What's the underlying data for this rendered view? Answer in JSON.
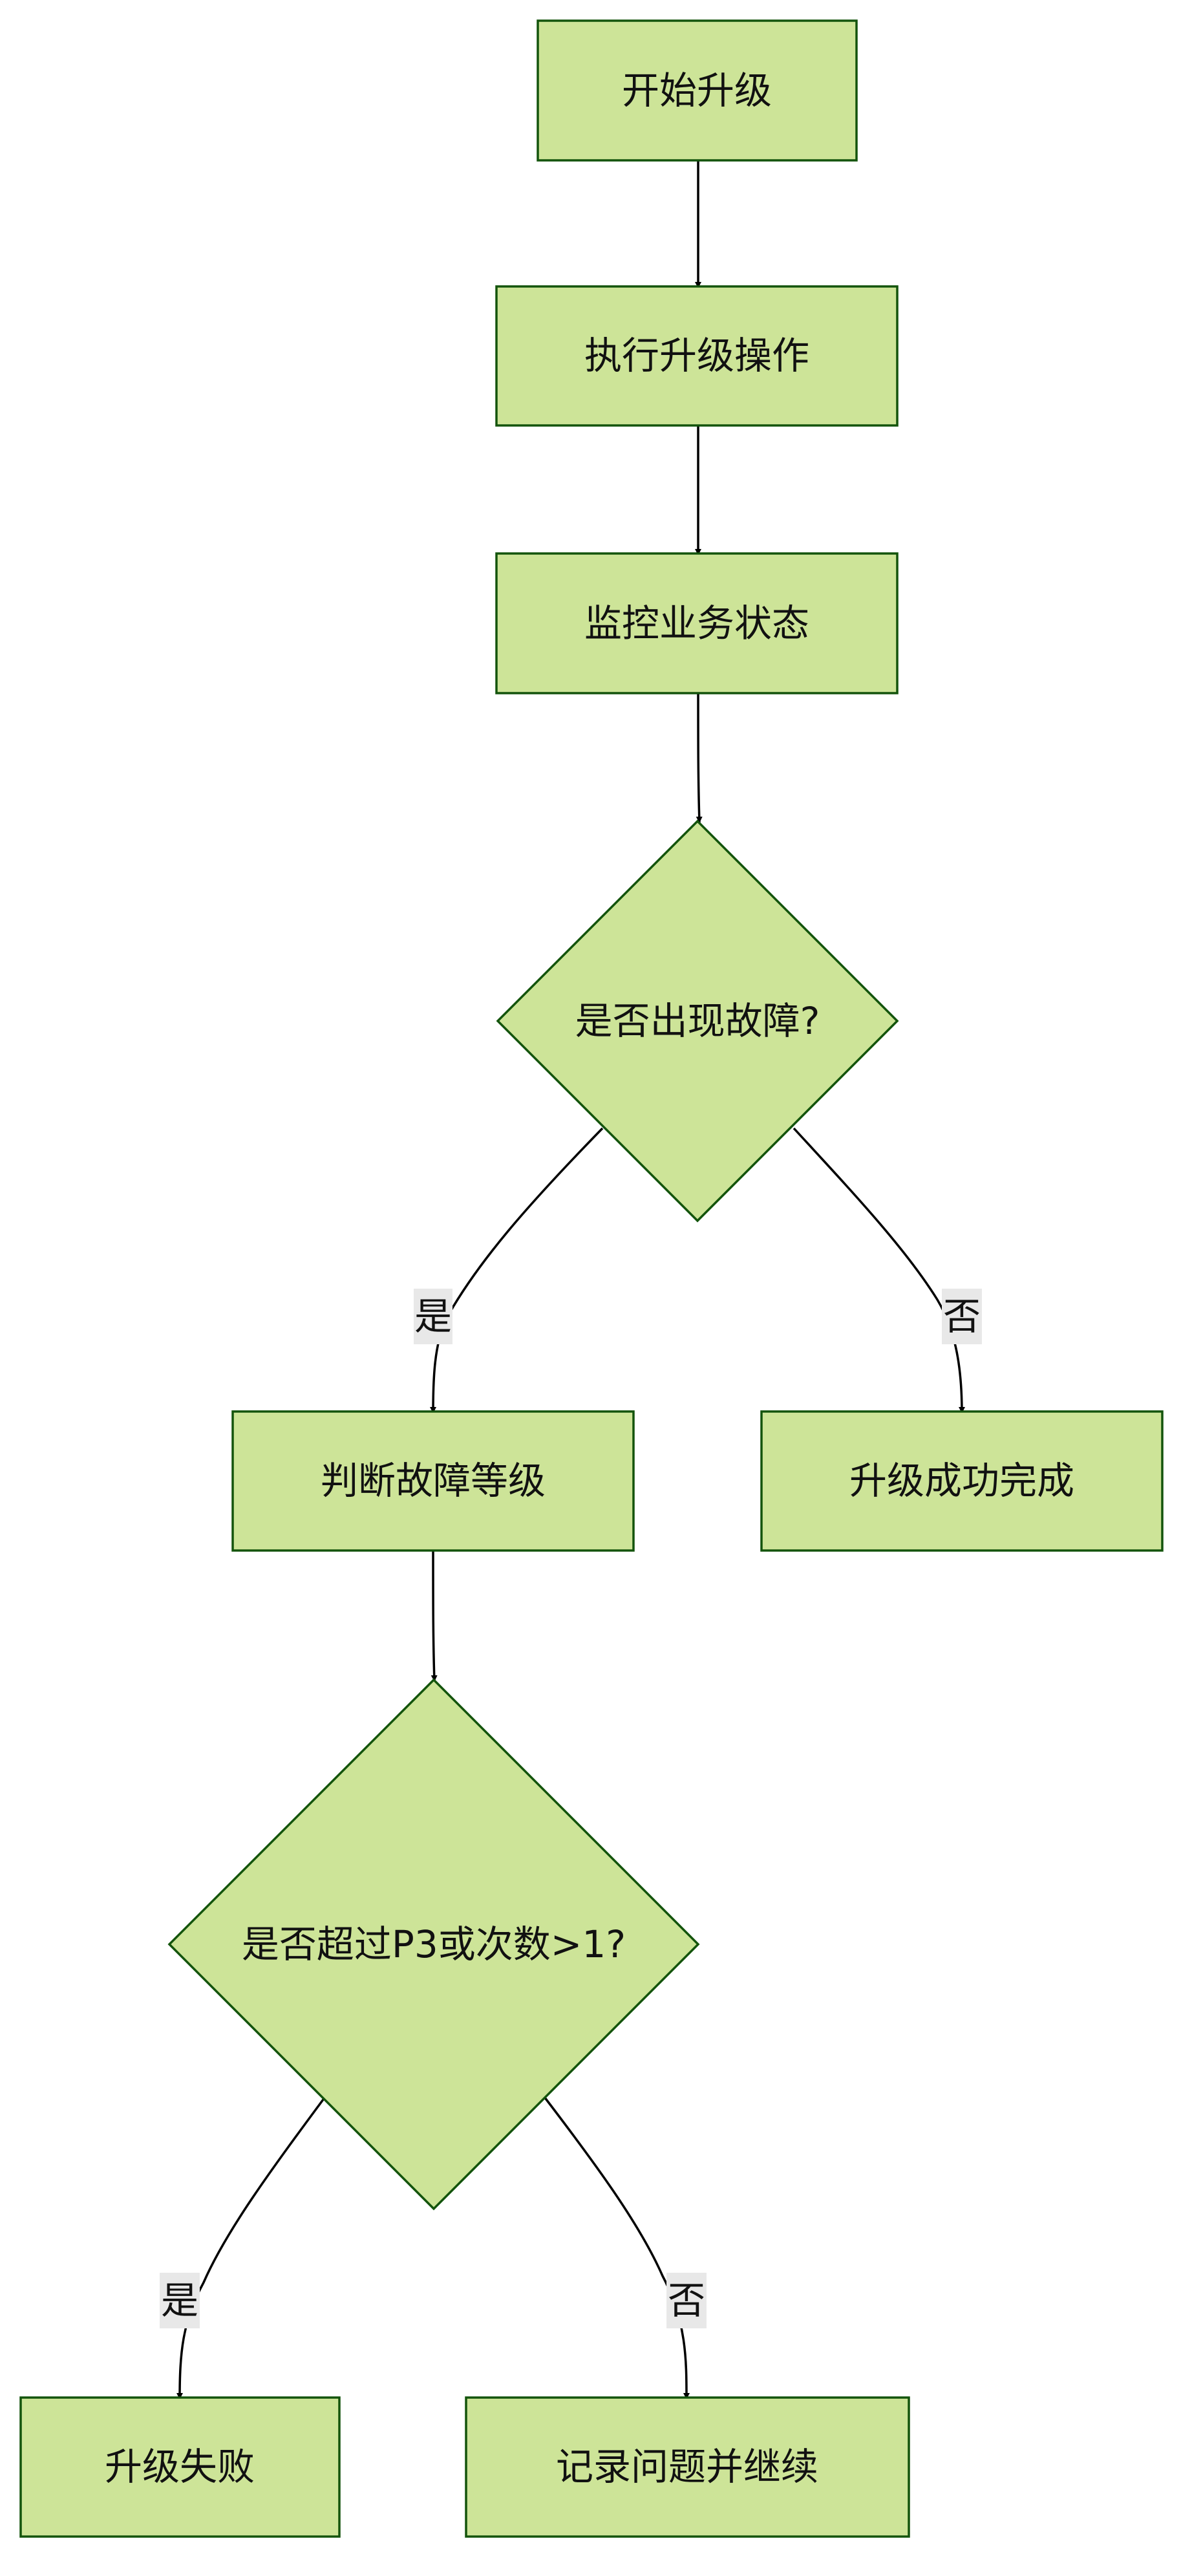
{
  "nodes": {
    "start": "开始升级",
    "execute": "执行升级操作",
    "monitor": "监控业务状态",
    "fault_check": "是否出现故障?",
    "judge_level": "判断故障等级",
    "success": "升级成功完成",
    "threshold_check": "是否超过P3或次数>1?",
    "failure": "升级失败",
    "record_continue": "记录问题并继续"
  },
  "edges": {
    "fault_yes": "是",
    "fault_no": "否",
    "threshold_yes": "是",
    "threshold_no": "否"
  },
  "colors": {
    "node_fill": "#cde498",
    "node_stroke": "#13540c",
    "edge": "#000000",
    "label_bg": "#e8e8e8"
  }
}
